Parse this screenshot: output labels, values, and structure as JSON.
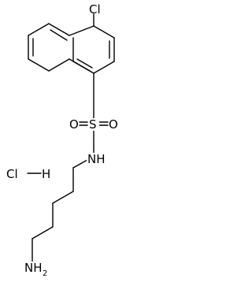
{
  "molecule": {
    "atoms": {
      "chlorine_top": "Cl",
      "sulfur": "S",
      "oxygen_left": "O",
      "oxygen_right": "O",
      "nitrogen_amide": "NH",
      "hcl_chlorine": "Cl",
      "hcl_hydrogen": "H",
      "amine_nitrogen": "NH",
      "amine_subscript": "2"
    }
  },
  "colors": {
    "bond": "#000000",
    "text": "#000000",
    "background": "#ffffff"
  }
}
